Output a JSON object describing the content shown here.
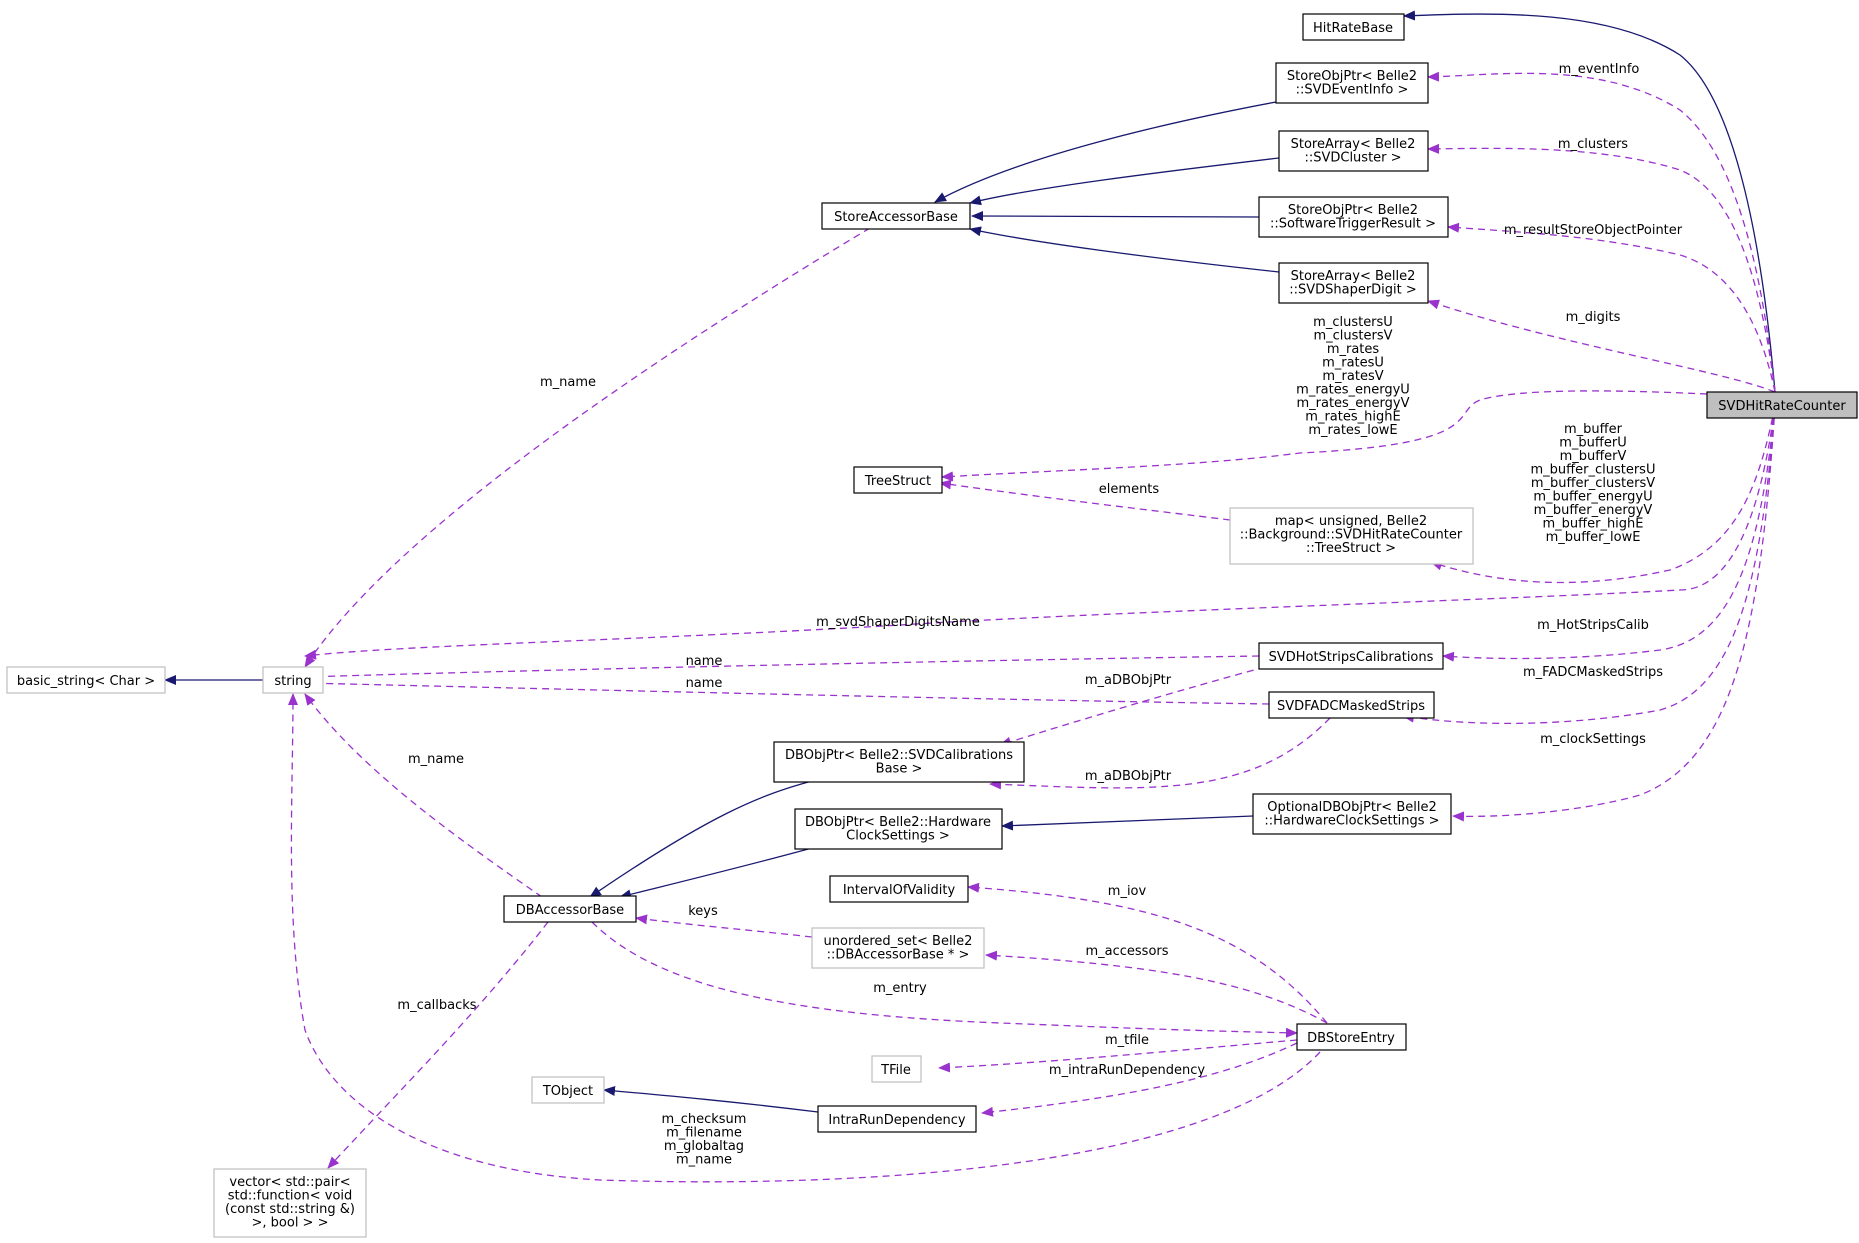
{
  "diagram": {
    "nodes": {
      "hitratebase": "HitRateBase",
      "eventinfo": [
        "StoreObjPtr< Belle2",
        "::SVDEventInfo >"
      ],
      "clusters": [
        "StoreArray< Belle2",
        "::SVDCluster >"
      ],
      "triggerresult": [
        "StoreObjPtr< Belle2",
        "::SoftwareTriggerResult >"
      ],
      "shaperdigit": [
        "StoreArray< Belle2",
        "::SVDShaperDigit >"
      ],
      "storeaccessorbase": "StoreAccessorBase",
      "svdhitratecounter": "SVDHitRateCounter",
      "treestruct": "TreeStruct",
      "mapnode": [
        "map< unsigned, Belle2",
        "::Background::SVDHitRateCounter",
        "::TreeStruct >"
      ],
      "basicstring": "basic_string< Char >",
      "string": "string",
      "hotstrips": "SVDHotStripsCalibrations",
      "fadcmasked": "SVDFADCMaskedStrips",
      "calibbase": [
        "DBObjPtr< Belle2::SVDCalibrations",
        "Base >"
      ],
      "hwclock": [
        "DBObjPtr< Belle2::Hardware",
        "ClockSettings >"
      ],
      "optclock": [
        "OptionalDBObjPtr< Belle2",
        "::HardwareClockSettings >"
      ],
      "dbaccessorbase": "DBAccessorBase",
      "iov": "IntervalOfValidity",
      "unorderedset": [
        "unordered_set< Belle2",
        "::DBAccessorBase * >"
      ],
      "dbstoreentry": "DBStoreEntry",
      "tfile": "TFile",
      "tobject": "TObject",
      "intrarun": "IntraRunDependency",
      "vectornode": [
        "vector< std::pair<",
        "std::function< void",
        "(const std::string &)",
        ">, bool > >"
      ]
    },
    "labels": {
      "m_eventInfo": [
        "m_eventInfo"
      ],
      "m_clusters": [
        "m_clusters"
      ],
      "m_resultStoreObjectPointer": [
        "m_resultStoreObjectPointer"
      ],
      "m_digits": [
        "m_digits"
      ],
      "m_name_top": [
        "m_name"
      ],
      "tree_members": [
        "m_clustersU",
        "m_clustersV",
        "m_rates",
        "m_ratesU",
        "m_ratesV",
        "m_rates_energyU",
        "m_rates_energyV",
        "m_rates_highE",
        "m_rates_lowE"
      ],
      "buffer_members": [
        "m_buffer",
        "m_bufferU",
        "m_bufferV",
        "m_buffer_clustersU",
        "m_buffer_clustersV",
        "m_buffer_energyU",
        "m_buffer_energyV",
        "m_buffer_highE",
        "m_buffer_lowE"
      ],
      "elements": [
        "elements"
      ],
      "m_svdShaperDigitsName": [
        "m_svdShaperDigitsName"
      ],
      "m_HotStripsCalib": [
        "m_HotStripsCalib"
      ],
      "name1": [
        "name"
      ],
      "name2": [
        "name"
      ],
      "m_aDBObjPtr1": [
        "m_aDBObjPtr"
      ],
      "m_FADCMaskedStrips": [
        "m_FADCMaskedStrips"
      ],
      "m_clockSettings": [
        "m_clockSettings"
      ],
      "m_name_mid": [
        "m_name"
      ],
      "m_aDBObjPtr2": [
        "m_aDBObjPtr"
      ],
      "m_iov": [
        "m_iov"
      ],
      "keys": [
        "keys"
      ],
      "m_accessors": [
        "m_accessors"
      ],
      "m_entry": [
        "m_entry"
      ],
      "m_callbacks": [
        "m_callbacks"
      ],
      "m_tfile": [
        "m_tfile"
      ],
      "m_intraRunDependency": [
        "m_intraRunDependency"
      ],
      "entry_members": [
        "m_checksum",
        "m_filename",
        "m_globaltag",
        "m_name"
      ]
    }
  }
}
